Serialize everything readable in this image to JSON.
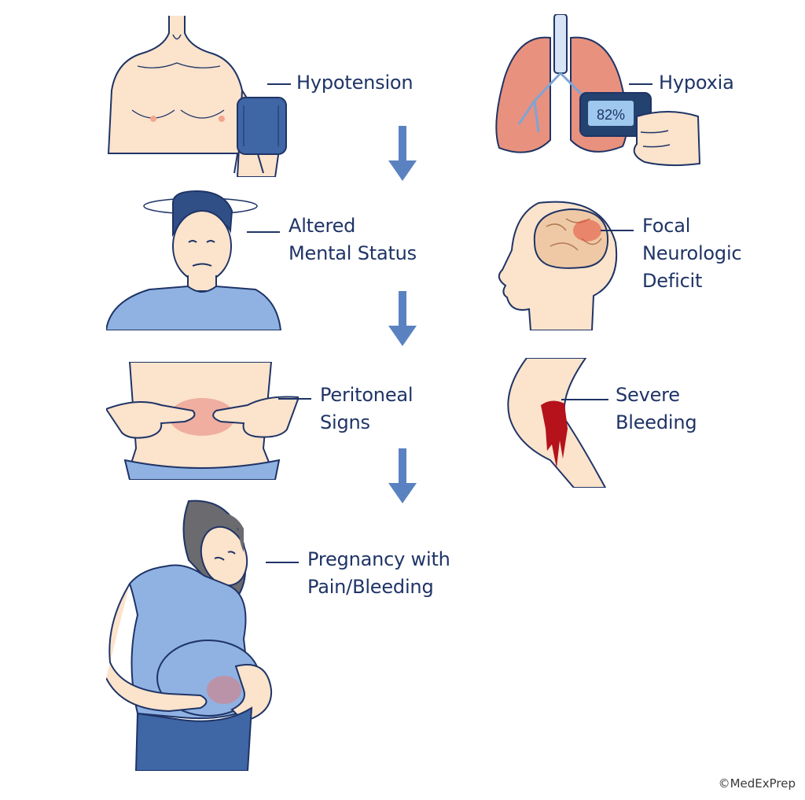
{
  "signs": {
    "hypotension": {
      "label": "Hypotension"
    },
    "hypoxia": {
      "label": "Hypoxia",
      "oximeter_reading": "82%"
    },
    "altered_mental_status": {
      "line1": "Altered",
      "line2": "Mental Status"
    },
    "focal_neurologic_deficit": {
      "line1": "Focal",
      "line2": "Neurologic",
      "line3": "Deficit"
    },
    "peritoneal_signs": {
      "line1": "Peritoneal",
      "line2": "Signs"
    },
    "severe_bleeding": {
      "line1": "Severe",
      "line2": "Bleeding"
    },
    "pregnancy": {
      "line1": "Pregnancy with",
      "line2": "Pain/Bleeding"
    }
  },
  "watermark": "©MedExPrep",
  "colors": {
    "text": "#1f3466",
    "arrow": "#5b82c0",
    "skin": "#fbe3cc",
    "outline": "#1f3466",
    "shirt": "#8fb2e3",
    "blood": "#b5121b"
  },
  "icons": [
    "blood-pressure-cuff-icon",
    "lungs-icon",
    "pulse-oximeter-icon",
    "dizzy-face-icon",
    "brain-icon",
    "abdomen-hands-icon",
    "bleeding-leg-icon",
    "pregnant-woman-icon",
    "down-arrow-icon"
  ]
}
